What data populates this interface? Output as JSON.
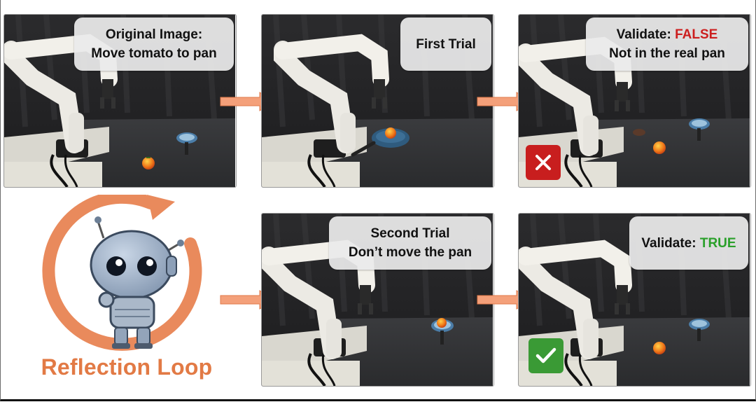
{
  "panels": {
    "original": {
      "line1": "Original Image:",
      "line2": "Move tomato to pan"
    },
    "first_trial": {
      "line1": "First Trial"
    },
    "validate_false": {
      "prefix": "Validate: ",
      "value": "FALSE",
      "line2": "Not in the real pan",
      "badge_icon": "cross-icon"
    },
    "second_trial": {
      "line1": "Second Trial",
      "line2": "Don’t move the pan"
    },
    "validate_true": {
      "prefix": "Validate: ",
      "value": "TRUE",
      "badge_icon": "check-icon"
    }
  },
  "loop": {
    "title": "Reflection Loop"
  },
  "colors": {
    "arrow": "#f4a07a",
    "loop_ring": "#e98a5c",
    "false": "#cc1f1f",
    "true": "#2aa02a",
    "fail_badge": "#c81e1e",
    "pass_badge": "#3a9a35"
  }
}
